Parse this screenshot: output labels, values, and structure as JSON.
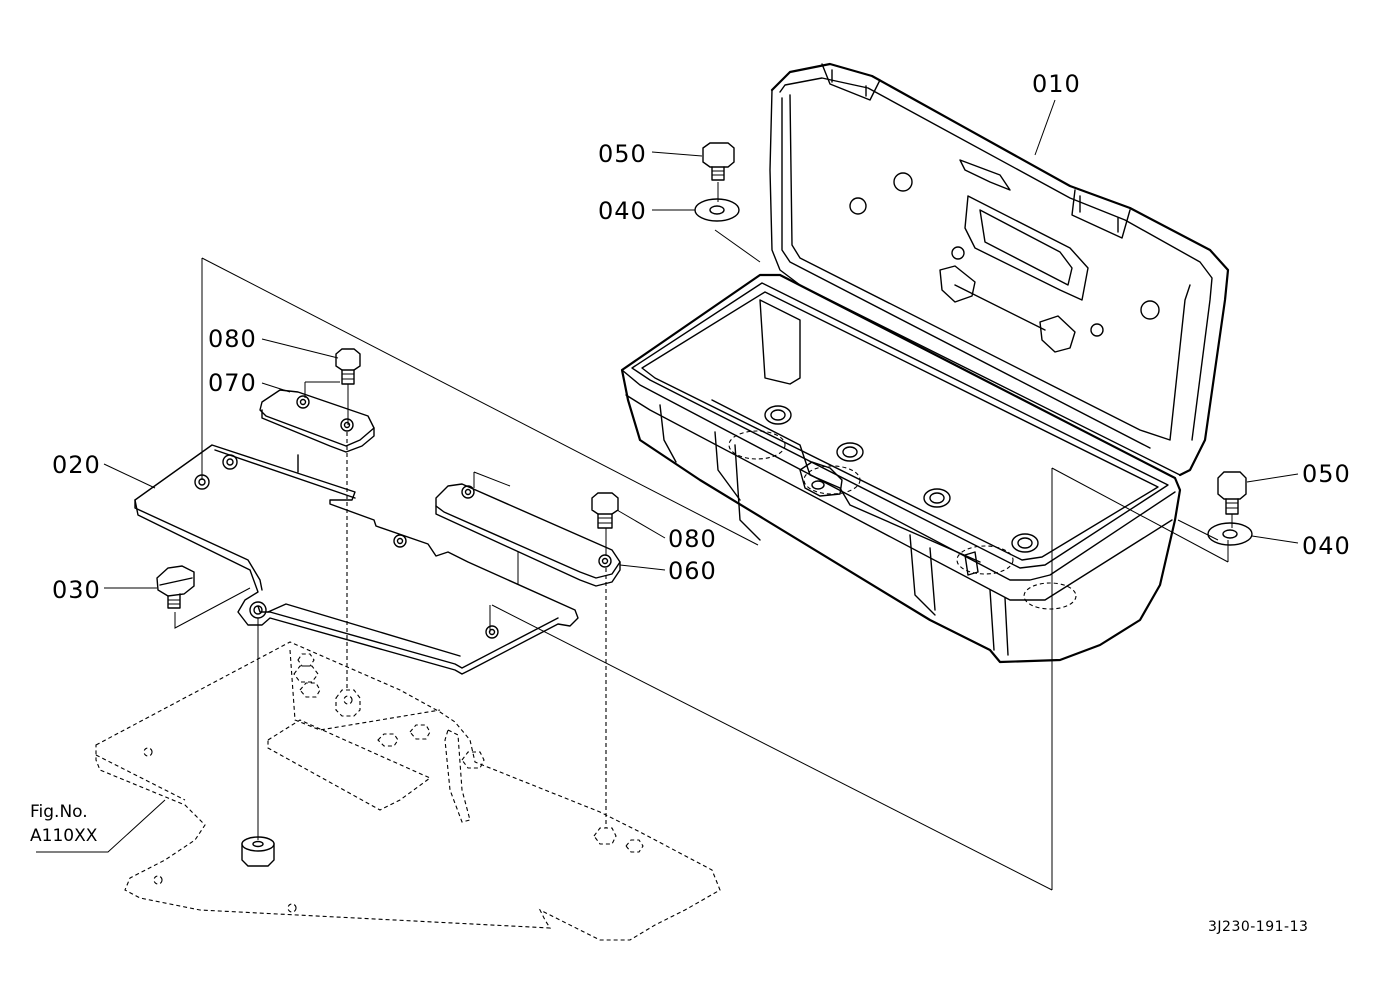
{
  "diagram": {
    "callouts": {
      "p010": "010",
      "p020": "020",
      "p030": "030",
      "p040_top": "040",
      "p040_right": "040",
      "p050_top": "050",
      "p050_right": "050",
      "p060": "060",
      "p070": "070",
      "p080_top": "080",
      "p080_mid": "080"
    },
    "reference": {
      "line1": "Fig.No.",
      "line2": "A110XX"
    },
    "drawing_number": "3J230-191-13"
  }
}
